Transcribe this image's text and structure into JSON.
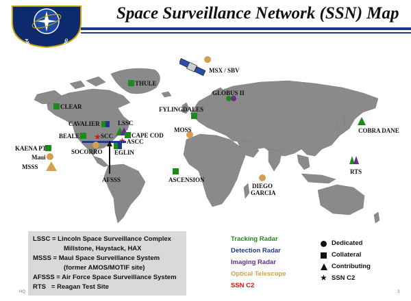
{
  "title": "Space Surveillance Network (SSN) Map",
  "emblem": {
    "ring_text": "AIR FORCE SPACE COMMAND"
  },
  "sites": [
    {
      "label": "THULE"
    },
    {
      "label": "CLEAR"
    },
    {
      "label": "MSX / SBV"
    },
    {
      "label": "GLOBUS II"
    },
    {
      "label": "FYLINGDALES"
    },
    {
      "label": "CAVALIER"
    },
    {
      "label": "LSSC"
    },
    {
      "label": "BEALE"
    },
    {
      "label": "SCC"
    },
    {
      "label": "CAPE COD"
    },
    {
      "label": "ASCC"
    },
    {
      "label": "MOSS"
    },
    {
      "label": "SOCORRO"
    },
    {
      "label": "EGLIN"
    },
    {
      "label": "KAENA PT"
    },
    {
      "label": "Maui"
    },
    {
      "label": "MSSS"
    },
    {
      "label": "AFSSS"
    },
    {
      "label": "ASCENSION"
    },
    {
      "label": "COBRA DANE"
    },
    {
      "label": "RTS"
    },
    {
      "label": "DIEGO"
    },
    {
      "label": "GARCIA"
    }
  ],
  "abbreviations": [
    "LSSC = Lincoln Space Surveillance Complex",
    "Millstone, Haystack, HAX",
    "MSSS = Maui Space Surveillance System",
    "(former AMOS/MOTIF site)",
    "AFSSS = Air Force Space Surveillance System",
    "RTS   = Reagan Test Site"
  ],
  "sensor_types": [
    {
      "label": "Tracking Radar",
      "color": "#1e8a1e"
    },
    {
      "label": "Detection Radar",
      "color": "#1f3a8a"
    },
    {
      "label": "Imaging Radar",
      "color": "#6a2a8a"
    },
    {
      "label": "Optical Telescope",
      "color": "#d4a050"
    },
    {
      "label": "SSN C2",
      "color": "#e01010"
    }
  ],
  "shape_legend": [
    {
      "label": "Dedicated",
      "icon": "circle"
    },
    {
      "label": "Collateral",
      "icon": "square"
    },
    {
      "label": "Contributing",
      "icon": "triangle"
    },
    {
      "label": "SSN C2",
      "icon": "star"
    }
  ],
  "footer": {
    "left": "HQ",
    "page": "3"
  }
}
